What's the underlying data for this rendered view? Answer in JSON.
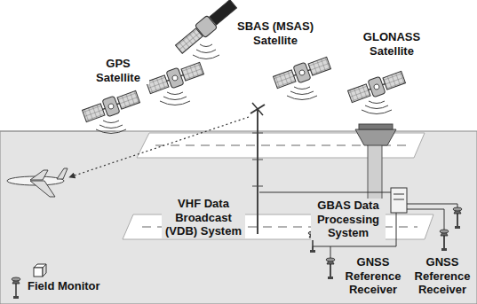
{
  "diagram": {
    "labels": [
      "GPS Satellite",
      "SBAS (MSAS) Satellite",
      "GLONASS Satellite",
      "VHF Data Broadcast (VDB) System",
      "GBAS Data Processing System",
      "GNSS Reference Receiver",
      "GNSS Reference Receiver",
      "Field Monitor"
    ]
  }
}
